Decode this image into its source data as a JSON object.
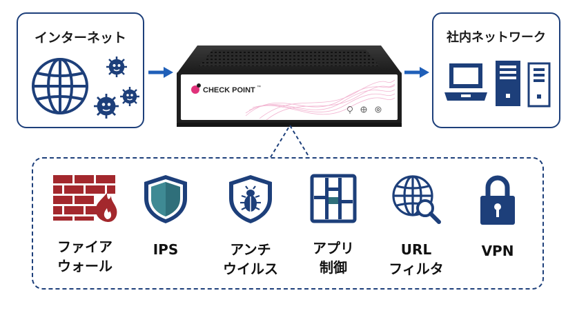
{
  "internet": {
    "title": "インターネット"
  },
  "network": {
    "title": "社内ネットワーク"
  },
  "appliance": {
    "brand": "CHECK POINT",
    "trademark": "™"
  },
  "features": [
    {
      "id": "firewall",
      "line1": "ファイア",
      "line2": "ウォール"
    },
    {
      "id": "ips",
      "line1": "IPS",
      "line2": ""
    },
    {
      "id": "antivirus",
      "line1": "アンチ",
      "line2": "ウイルス"
    },
    {
      "id": "app-control",
      "line1": "アプリ",
      "line2": "制御"
    },
    {
      "id": "url-filter",
      "line1": "URL",
      "line2": "フィルタ"
    },
    {
      "id": "vpn",
      "line1": "VPN",
      "line2": ""
    }
  ],
  "colors": {
    "navy": "#1d3f7a",
    "arrow": "#1f5fb8",
    "brick": "#a3282d",
    "teal": "#2f6f7a",
    "pink": "#e0317a"
  }
}
